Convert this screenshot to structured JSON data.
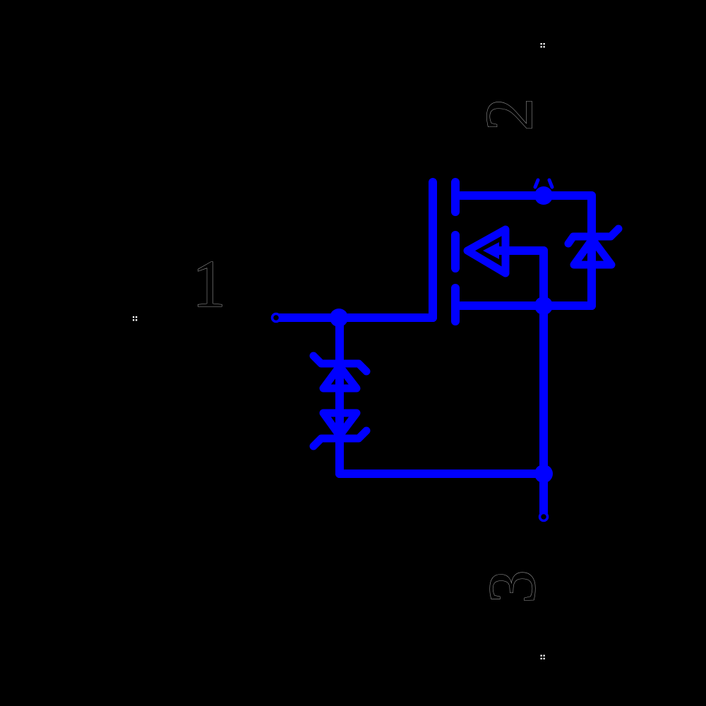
{
  "schematic": {
    "description": "n-channel mosfet symbol with gate back-to-back zener diodes and drain-source zener body diode",
    "colors": {
      "background": "#000000",
      "wire": "#0000ff",
      "label_fill": "#000000",
      "label_outline": "#9c9c9c",
      "pin_origin_marker": "#ffffff"
    },
    "pins": [
      {
        "number": "1",
        "role": "gate"
      },
      {
        "number": "2",
        "role": "drain"
      },
      {
        "number": "3",
        "role": "source"
      }
    ],
    "components": [
      {
        "name": "mosfet-symbol"
      },
      {
        "name": "body-zener-diode"
      },
      {
        "name": "gate-zener-diode-upper"
      },
      {
        "name": "gate-zener-diode-lower"
      }
    ]
  }
}
